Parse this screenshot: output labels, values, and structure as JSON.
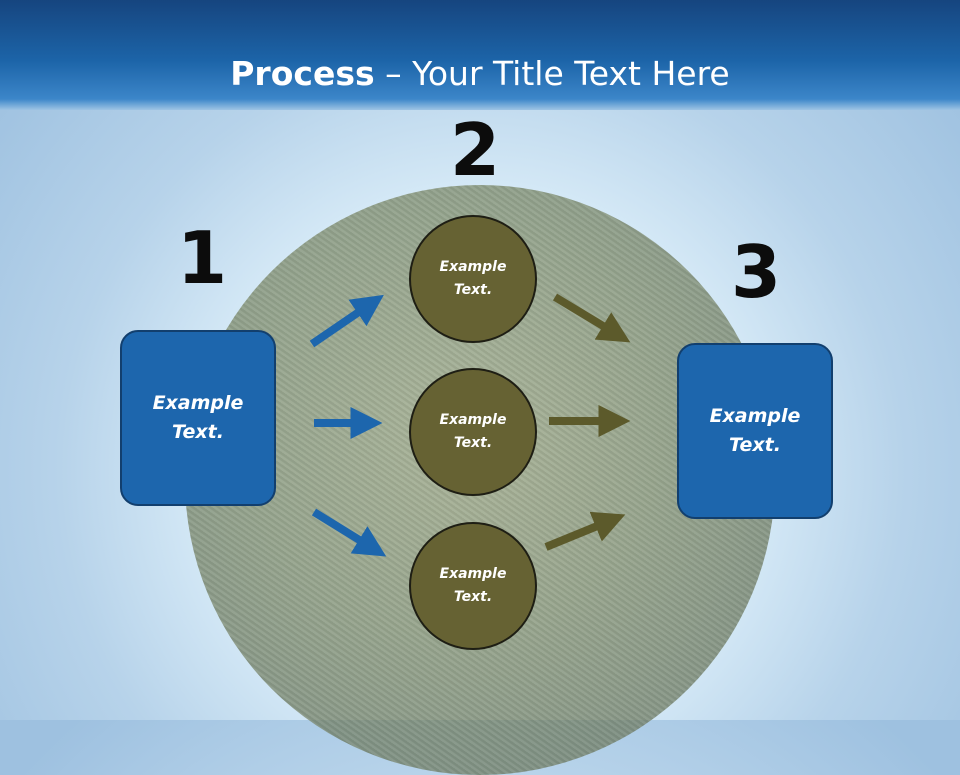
{
  "title": {
    "bold": "Process",
    "rest": " – Your Title Text Here"
  },
  "steps": [
    {
      "number": "1"
    },
    {
      "number": "2"
    },
    {
      "number": "3"
    }
  ],
  "left_box": {
    "text": "Example Text."
  },
  "right_box": {
    "text": "Example Text."
  },
  "circles": [
    {
      "text": "Example Text."
    },
    {
      "text": "Example Text."
    },
    {
      "text": "Example Text."
    }
  ],
  "colors": {
    "box_blue": "#1d66ad",
    "circle_olive": "#666233",
    "arrow_blue": "#1d66ad",
    "arrow_olive": "#5c5a2b"
  }
}
